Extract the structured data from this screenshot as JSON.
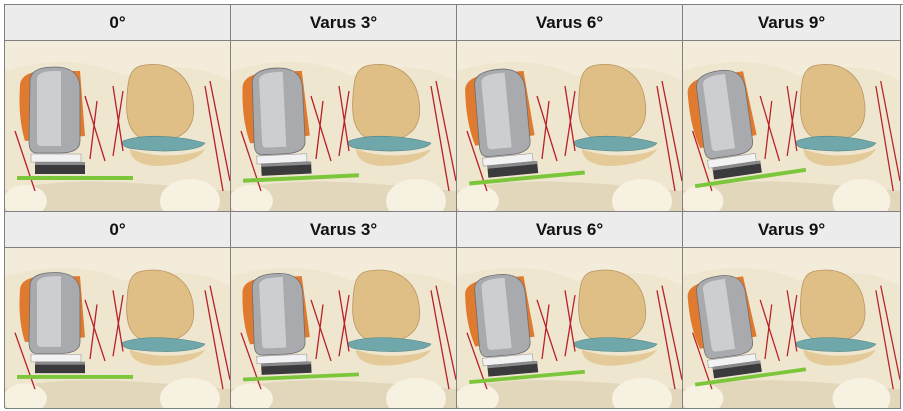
{
  "rows": [
    {
      "headers": [
        "0°",
        "Varus 3°",
        "Varus 6°",
        "Varus 9°"
      ],
      "angles": [
        0,
        3,
        6,
        9
      ]
    },
    {
      "headers": [
        "0°",
        "Varus 3°",
        "Varus 6°",
        "Varus 9°"
      ],
      "angles": [
        0,
        3,
        6,
        9
      ]
    }
  ],
  "colors": {
    "bone": "#efe6cf",
    "bone_shadow": "#d9ccae",
    "implant_metal": "#a9aaad",
    "implant_orange": "#e07a2e",
    "ligament_red": "#b8202a",
    "meniscus_blue": "#6fa7aa",
    "cartilage_tan": "#dfbf86",
    "alignment_line_green": "#7cc63c",
    "header_bg": "#ececec"
  },
  "icons": [
    "knee-implant-illustration"
  ]
}
